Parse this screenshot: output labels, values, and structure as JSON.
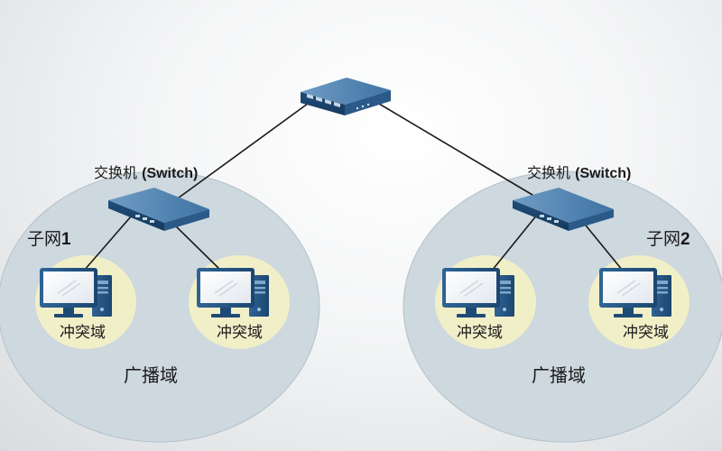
{
  "colors": {
    "broadcast_domain": "#cdd8df",
    "collision_domain": "#f1efc8",
    "device_body": "#2a5c8c",
    "link": "#1a1a1a"
  },
  "core_switch": {
    "icon": "switch-icon"
  },
  "subnets": [
    {
      "switch_label": "交换机",
      "switch_label_en": "(Switch)",
      "subnet_label": "子网",
      "subnet_number": "1",
      "broadcast_label": "广播域",
      "collision_domains": [
        {
          "label": "冲突域",
          "icon": "computer-icon"
        },
        {
          "label": "冲突域",
          "icon": "computer-icon"
        }
      ]
    },
    {
      "switch_label": "交换机",
      "switch_label_en": "(Switch)",
      "subnet_label": "子网",
      "subnet_number": "2",
      "broadcast_label": "广播域",
      "collision_domains": [
        {
          "label": "冲突域",
          "icon": "computer-icon"
        },
        {
          "label": "冲突域",
          "icon": "computer-icon"
        }
      ]
    }
  ]
}
